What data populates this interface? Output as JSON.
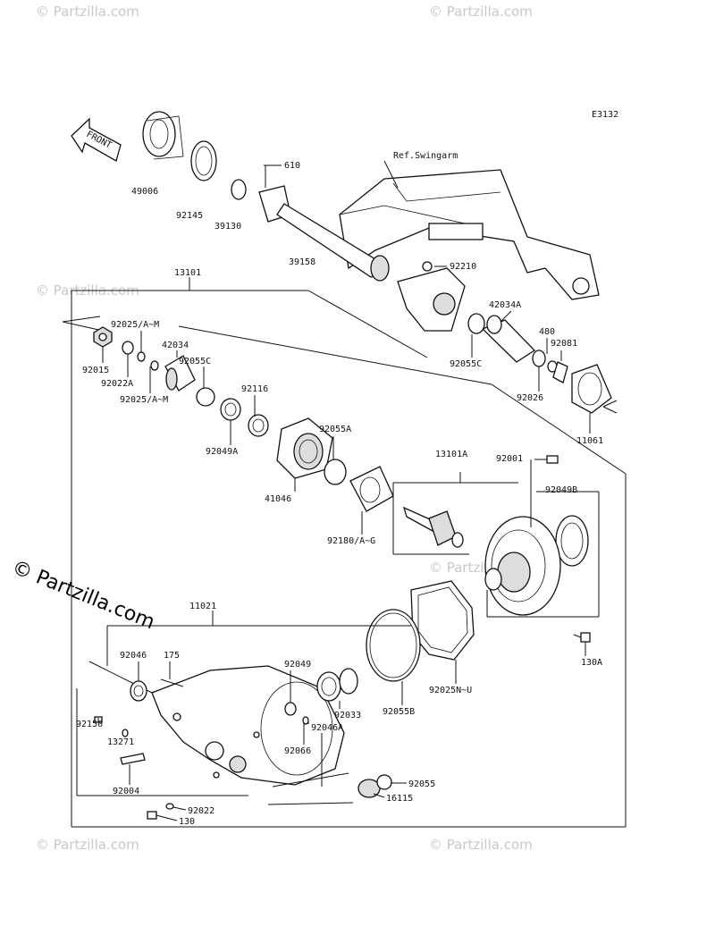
{
  "diagram_code": "E3132",
  "front_label": "FRONT",
  "ref_label": "Ref.Swingarm",
  "watermark_main": "© Partzilla.com",
  "watermark_faint": "© Partzilla.com",
  "labels": {
    "p49006": "49006",
    "p92145": "92145",
    "p39130": "39130",
    "p610": "610",
    "p39158": "39158",
    "p92210": "92210",
    "p13101": "13101",
    "p42034A": "42034A",
    "p480": "480",
    "p92081": "92081",
    "p92025AM_a": "92025/A~M",
    "p92015": "92015",
    "p42034": "42034",
    "p92022A": "92022A",
    "p92025AM_b": "92025/A~M",
    "p92055C_a": "92055C",
    "p92055C_b": "92055C",
    "p92026": "92026",
    "p11061": "11061",
    "p92116": "92116",
    "p92049A": "92049A",
    "p92055A": "92055A",
    "p41046": "41046",
    "p13101A": "13101A",
    "p92001": "92001",
    "p92049B": "92049B",
    "p92180AG": "92180/A~G",
    "p11021": "11021",
    "p130A": "130A",
    "p92046": "92046",
    "p175": "175",
    "p92049": "92049",
    "p92025NU": "92025N~U",
    "p92055B": "92055B",
    "p92033": "92033",
    "p92046A": "92046A",
    "p92150": "92150",
    "p13271": "13271",
    "p92066": "92066",
    "p92004": "92004",
    "p92055": "92055",
    "p16115": "16115",
    "p92022": "92022",
    "p130": "130"
  }
}
